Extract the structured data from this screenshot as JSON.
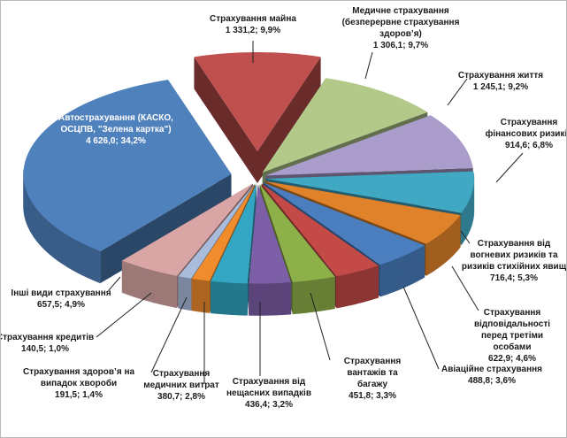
{
  "chart_data": {
    "type": "pie",
    "title": "",
    "style": "3d-exploded",
    "slices": [
      {
        "label": "Страхування майна",
        "value": 1331.2,
        "percent": 9.9,
        "value_label": "1 331,2; 9,9%",
        "color": "#c0504d"
      },
      {
        "label": "Медичне страхування (безперервне страхування здоров’я)",
        "value": 1306.1,
        "percent": 9.7,
        "value_label": "1 306,1; 9,7%",
        "color": "#b3c98a"
      },
      {
        "label": "Страхування життя",
        "value": 1245.1,
        "percent": 9.2,
        "value_label": "1 245,1; 9,2%",
        "color": "#aa9ccb"
      },
      {
        "label": "Страхування фінансових ризиків",
        "value": 914.6,
        "percent": 6.8,
        "value_label": "914,6; 6,8%",
        "color": "#41a8c4"
      },
      {
        "label": "Страхування від вогневих ризиків та ризиків стихійних явищ",
        "value": 716.4,
        "percent": 5.3,
        "value_label": "716,4; 5,3%",
        "color": "#e0822a"
      },
      {
        "label": "Страхування відповідальності перед третіми особами",
        "value": 622.9,
        "percent": 4.6,
        "value_label": "622,9; 4,6%",
        "color": "#4a7ebf"
      },
      {
        "label": "Авіаційне страхування",
        "value": 488.8,
        "percent": 3.6,
        "value_label": "488,8; 3,6%",
        "color": "#c44a47"
      },
      {
        "label": "Страхування вантажів та багажу",
        "value": 451.8,
        "percent": 3.3,
        "value_label": "451,8; 3,3%",
        "color": "#8db049"
      },
      {
        "label": "Страхування від нещасних випадків",
        "value": 436.4,
        "percent": 3.2,
        "value_label": "436,4; 3,2%",
        "color": "#7d5fa8"
      },
      {
        "label": "Страхування медичних витрат",
        "value": 380.7,
        "percent": 2.8,
        "value_label": "380,7; 2,8%",
        "color": "#33a6c3"
      },
      {
        "label": "Страхування здоров’я на випадок хвороби",
        "value": 191.5,
        "percent": 1.4,
        "value_label": "191,5; 1,4%",
        "color": "#f08c2c"
      },
      {
        "label": "Страхування кредитів",
        "value": 140.5,
        "percent": 1.0,
        "value_label": "140,5; 1,0%",
        "color": "#a9bcdc"
      },
      {
        "label": "Інші види страхування",
        "value": 657.5,
        "percent": 4.9,
        "value_label": "657,5; 4,9%",
        "color": "#d9a6a5"
      },
      {
        "label": "Автострахування (КАСКО, ОСЦПВ, \"Зелена картка\")",
        "value": 4626.0,
        "percent": 34.2,
        "value_label": "4 626,0; 34,2%",
        "color": "#4f81bd"
      }
    ]
  }
}
